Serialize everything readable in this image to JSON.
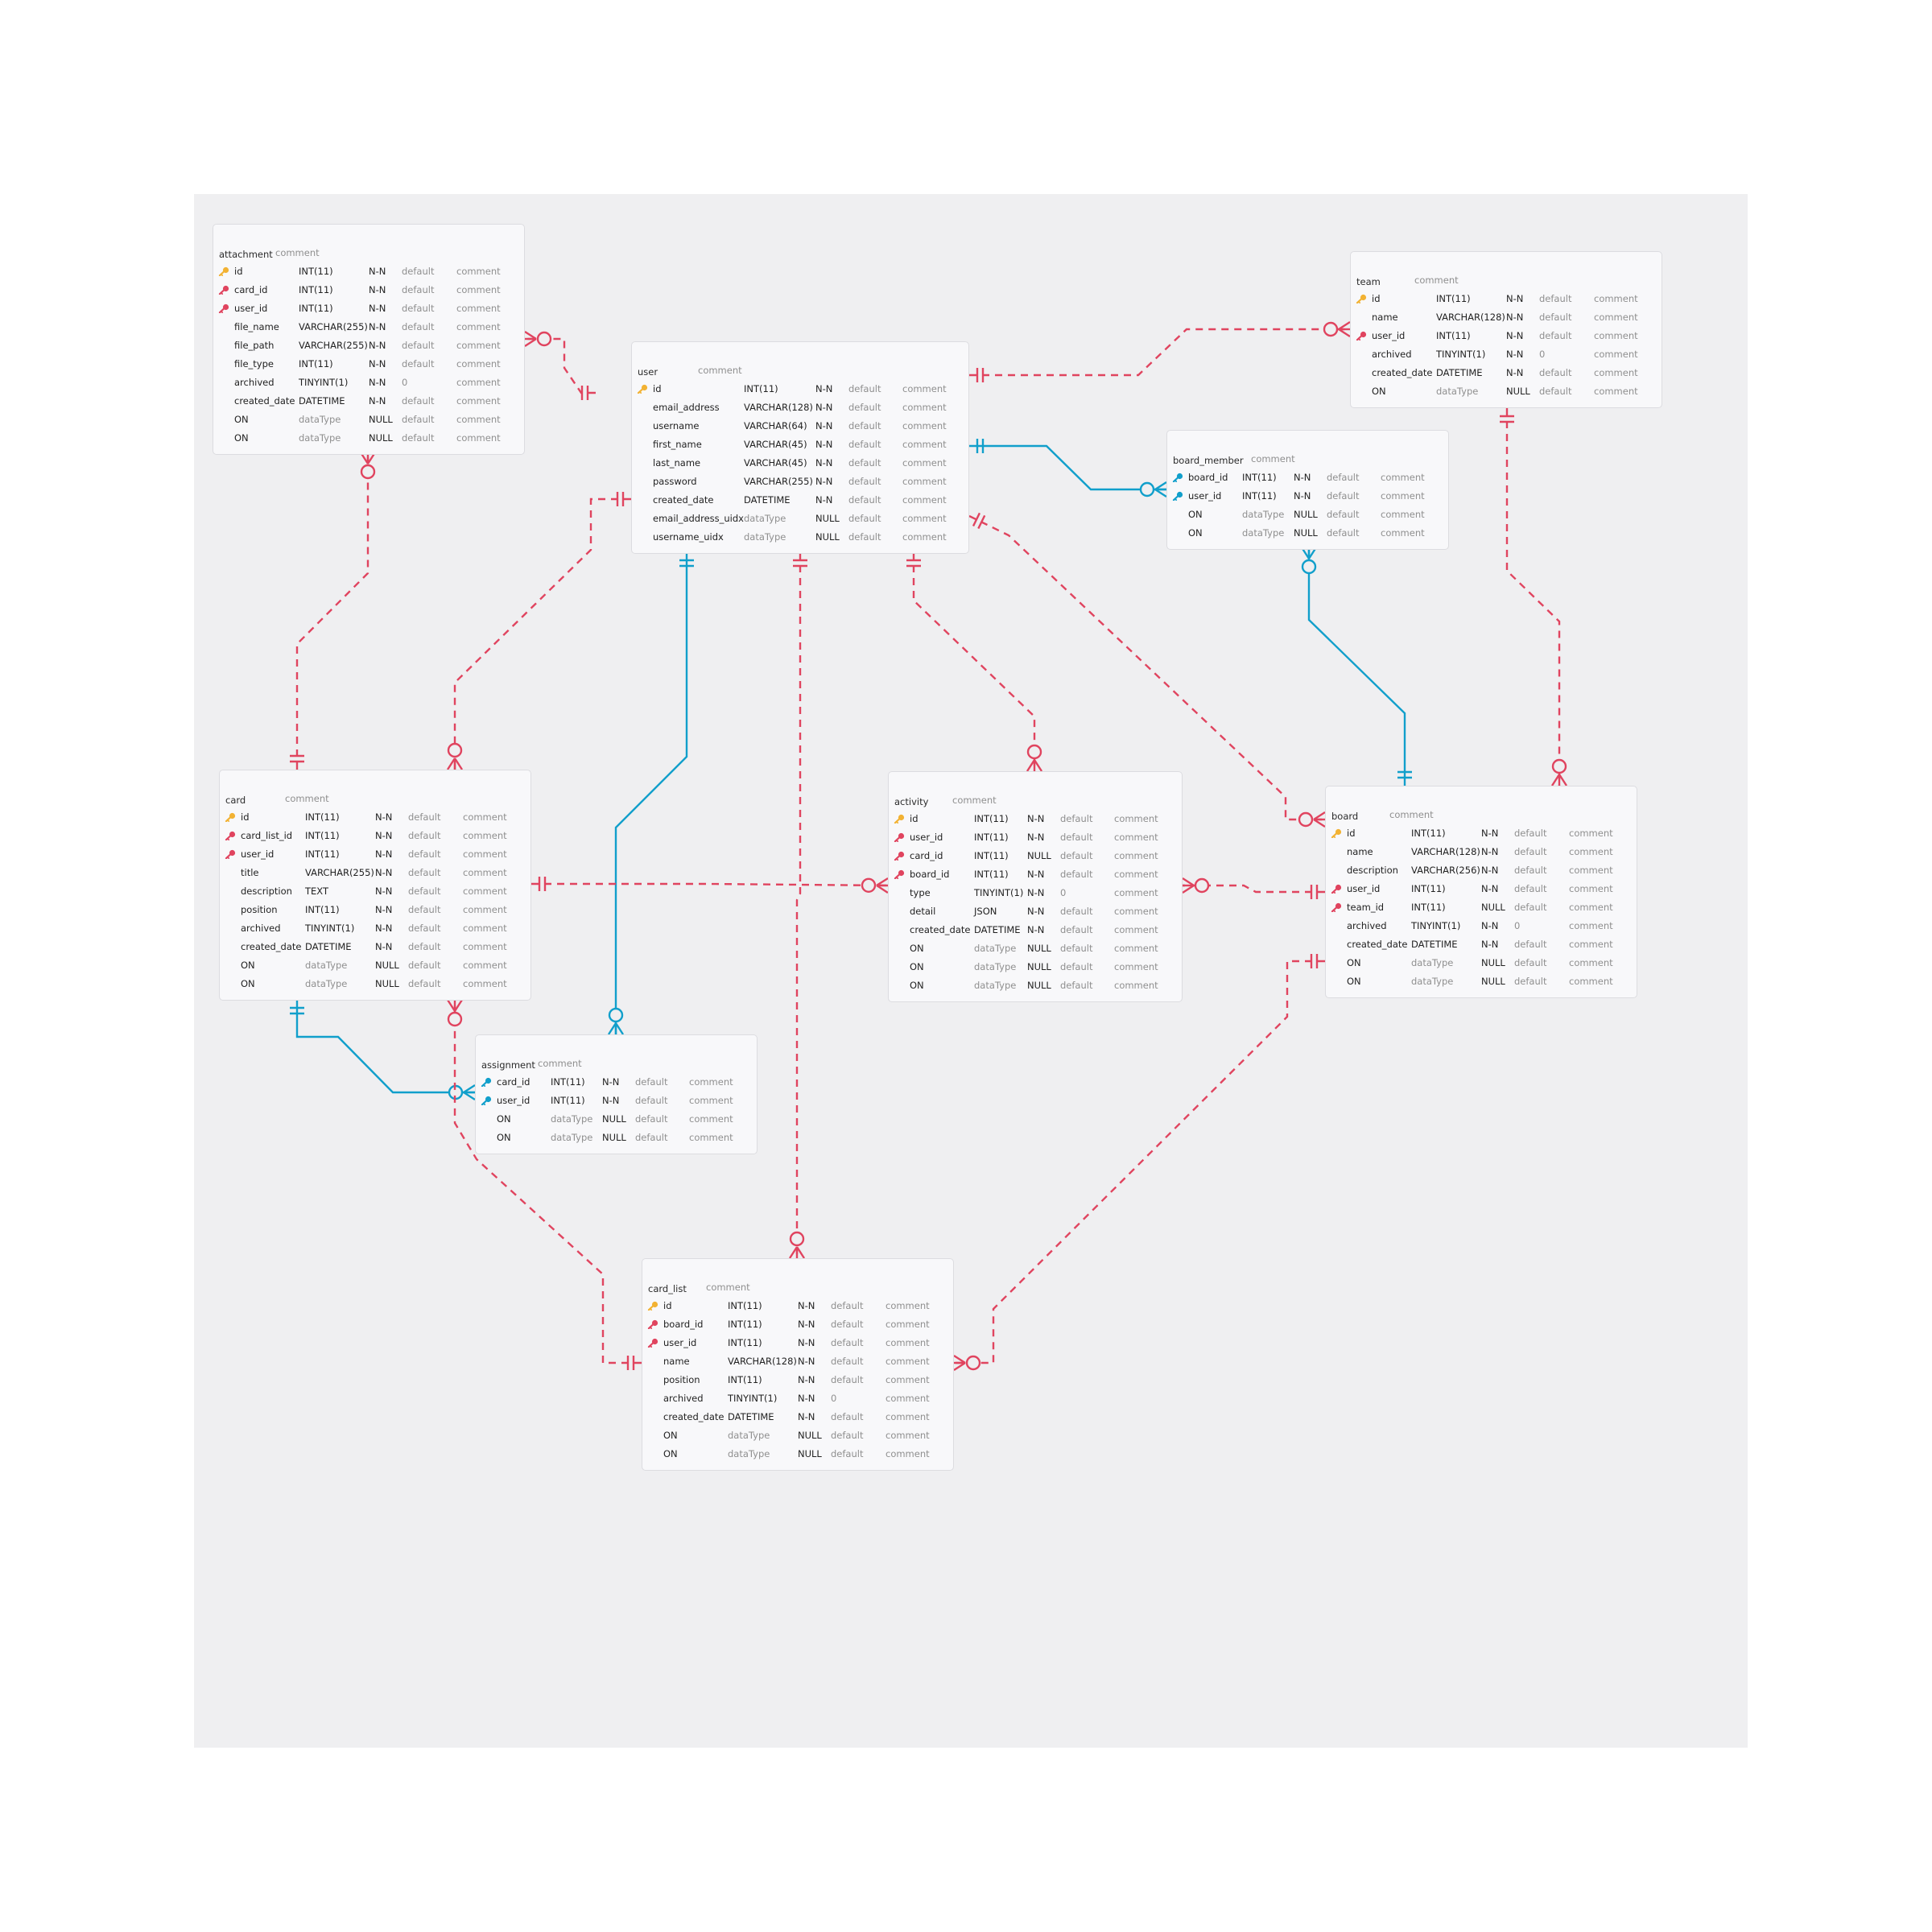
{
  "colors": {
    "background": "#efeff1",
    "card": "#f8f8fa",
    "relation_dashed": "#e0445f",
    "relation_solid": "#119fcb",
    "primary_key": "#f2b233",
    "foreign_key_pink": "#e0445f",
    "foreign_key_blue": "#119fcb"
  },
  "tables": [
    {
      "name": "attachment",
      "comment": "comment",
      "columns": [
        {
          "key": "pk",
          "name": "id",
          "type": "INT(11)",
          "nullable": "N-N",
          "default": "default",
          "comment": "comment"
        },
        {
          "key": "fk",
          "name": "card_id",
          "type": "INT(11)",
          "nullable": "N-N",
          "default": "default",
          "comment": "comment"
        },
        {
          "key": "fk",
          "name": "user_id",
          "type": "INT(11)",
          "nullable": "N-N",
          "default": "default",
          "comment": "comment"
        },
        {
          "key": "",
          "name": "file_name",
          "type": "VARCHAR(255)",
          "nullable": "N-N",
          "default": "default",
          "comment": "comment"
        },
        {
          "key": "",
          "name": "file_path",
          "type": "VARCHAR(255)",
          "nullable": "N-N",
          "default": "default",
          "comment": "comment"
        },
        {
          "key": "",
          "name": "file_type",
          "type": "INT(11)",
          "nullable": "N-N",
          "default": "default",
          "comment": "comment"
        },
        {
          "key": "",
          "name": "archived",
          "type": "TINYINT(1)",
          "nullable": "N-N",
          "default": "0",
          "comment": "comment"
        },
        {
          "key": "",
          "name": "created_date",
          "type": "DATETIME",
          "nullable": "N-N",
          "default": "default",
          "comment": "comment"
        },
        {
          "key": "",
          "name": "ON",
          "type": "dataType",
          "nullable": "NULL",
          "default": "default",
          "comment": "comment"
        },
        {
          "key": "",
          "name": "ON",
          "type": "dataType",
          "nullable": "NULL",
          "default": "default",
          "comment": "comment"
        }
      ]
    },
    {
      "name": "user",
      "comment": "comment",
      "columns": [
        {
          "key": "pk",
          "name": "id",
          "type": "INT(11)",
          "nullable": "N-N",
          "default": "default",
          "comment": "comment"
        },
        {
          "key": "",
          "name": "email_address",
          "type": "VARCHAR(128)",
          "nullable": "N-N",
          "default": "default",
          "comment": "comment"
        },
        {
          "key": "",
          "name": "username",
          "type": "VARCHAR(64)",
          "nullable": "N-N",
          "default": "default",
          "comment": "comment"
        },
        {
          "key": "",
          "name": "first_name",
          "type": "VARCHAR(45)",
          "nullable": "N-N",
          "default": "default",
          "comment": "comment"
        },
        {
          "key": "",
          "name": "last_name",
          "type": "VARCHAR(45)",
          "nullable": "N-N",
          "default": "default",
          "comment": "comment"
        },
        {
          "key": "",
          "name": "password",
          "type": "VARCHAR(255)",
          "nullable": "N-N",
          "default": "default",
          "comment": "comment"
        },
        {
          "key": "",
          "name": "created_date",
          "type": "DATETIME",
          "nullable": "N-N",
          "default": "default",
          "comment": "comment"
        },
        {
          "key": "",
          "name": "email_address_uidx",
          "type": "dataType",
          "nullable": "NULL",
          "default": "default",
          "comment": "comment"
        },
        {
          "key": "",
          "name": "username_uidx",
          "type": "dataType",
          "nullable": "NULL",
          "default": "default",
          "comment": "comment"
        }
      ]
    },
    {
      "name": "team",
      "comment": "comment",
      "columns": [
        {
          "key": "pk",
          "name": "id",
          "type": "INT(11)",
          "nullable": "N-N",
          "default": "default",
          "comment": "comment"
        },
        {
          "key": "",
          "name": "name",
          "type": "VARCHAR(128)",
          "nullable": "N-N",
          "default": "default",
          "comment": "comment"
        },
        {
          "key": "fk",
          "name": "user_id",
          "type": "INT(11)",
          "nullable": "N-N",
          "default": "default",
          "comment": "comment"
        },
        {
          "key": "",
          "name": "archived",
          "type": "TINYINT(1)",
          "nullable": "N-N",
          "default": "0",
          "comment": "comment"
        },
        {
          "key": "",
          "name": "created_date",
          "type": "DATETIME",
          "nullable": "N-N",
          "default": "default",
          "comment": "comment"
        },
        {
          "key": "",
          "name": "ON",
          "type": "dataType",
          "nullable": "NULL",
          "default": "default",
          "comment": "comment"
        }
      ]
    },
    {
      "name": "board_member",
      "comment": "comment",
      "columns": [
        {
          "key": "fkb",
          "name": "board_id",
          "type": "INT(11)",
          "nullable": "N-N",
          "default": "default",
          "comment": "comment"
        },
        {
          "key": "fkb",
          "name": "user_id",
          "type": "INT(11)",
          "nullable": "N-N",
          "default": "default",
          "comment": "comment"
        },
        {
          "key": "",
          "name": "ON",
          "type": "dataType",
          "nullable": "NULL",
          "default": "default",
          "comment": "comment"
        },
        {
          "key": "",
          "name": "ON",
          "type": "dataType",
          "nullable": "NULL",
          "default": "default",
          "comment": "comment"
        }
      ]
    },
    {
      "name": "card",
      "comment": "comment",
      "columns": [
        {
          "key": "pk",
          "name": "id",
          "type": "INT(11)",
          "nullable": "N-N",
          "default": "default",
          "comment": "comment"
        },
        {
          "key": "fk",
          "name": "card_list_id",
          "type": "INT(11)",
          "nullable": "N-N",
          "default": "default",
          "comment": "comment"
        },
        {
          "key": "fk",
          "name": "user_id",
          "type": "INT(11)",
          "nullable": "N-N",
          "default": "default",
          "comment": "comment"
        },
        {
          "key": "",
          "name": "title",
          "type": "VARCHAR(255)",
          "nullable": "N-N",
          "default": "default",
          "comment": "comment"
        },
        {
          "key": "",
          "name": "description",
          "type": "TEXT",
          "nullable": "N-N",
          "default": "default",
          "comment": "comment"
        },
        {
          "key": "",
          "name": "position",
          "type": "INT(11)",
          "nullable": "N-N",
          "default": "default",
          "comment": "comment"
        },
        {
          "key": "",
          "name": "archived",
          "type": "TINYINT(1)",
          "nullable": "N-N",
          "default": "default",
          "comment": "comment"
        },
        {
          "key": "",
          "name": "created_date",
          "type": "DATETIME",
          "nullable": "N-N",
          "default": "default",
          "comment": "comment"
        },
        {
          "key": "",
          "name": "ON",
          "type": "dataType",
          "nullable": "NULL",
          "default": "default",
          "comment": "comment"
        },
        {
          "key": "",
          "name": "ON",
          "type": "dataType",
          "nullable": "NULL",
          "default": "default",
          "comment": "comment"
        }
      ]
    },
    {
      "name": "activity",
      "comment": "comment",
      "columns": [
        {
          "key": "pk",
          "name": "id",
          "type": "INT(11)",
          "nullable": "N-N",
          "default": "default",
          "comment": "comment"
        },
        {
          "key": "fk",
          "name": "user_id",
          "type": "INT(11)",
          "nullable": "N-N",
          "default": "default",
          "comment": "comment"
        },
        {
          "key": "fk",
          "name": "card_id",
          "type": "INT(11)",
          "nullable": "NULL",
          "default": "default",
          "comment": "comment"
        },
        {
          "key": "fk",
          "name": "board_id",
          "type": "INT(11)",
          "nullable": "N-N",
          "default": "default",
          "comment": "comment"
        },
        {
          "key": "",
          "name": "type",
          "type": "TINYINT(1)",
          "nullable": "N-N",
          "default": "0",
          "comment": "comment"
        },
        {
          "key": "",
          "name": "detail",
          "type": "JSON",
          "nullable": "N-N",
          "default": "default",
          "comment": "comment"
        },
        {
          "key": "",
          "name": "created_date",
          "type": "DATETIME",
          "nullable": "N-N",
          "default": "default",
          "comment": "comment"
        },
        {
          "key": "",
          "name": "ON",
          "type": "dataType",
          "nullable": "NULL",
          "default": "default",
          "comment": "comment"
        },
        {
          "key": "",
          "name": "ON",
          "type": "dataType",
          "nullable": "NULL",
          "default": "default",
          "comment": "comment"
        },
        {
          "key": "",
          "name": "ON",
          "type": "dataType",
          "nullable": "NULL",
          "default": "default",
          "comment": "comment"
        }
      ]
    },
    {
      "name": "board",
      "comment": "comment",
      "columns": [
        {
          "key": "pk",
          "name": "id",
          "type": "INT(11)",
          "nullable": "N-N",
          "default": "default",
          "comment": "comment"
        },
        {
          "key": "",
          "name": "name",
          "type": "VARCHAR(128)",
          "nullable": "N-N",
          "default": "default",
          "comment": "comment"
        },
        {
          "key": "",
          "name": "description",
          "type": "VARCHAR(256)",
          "nullable": "N-N",
          "default": "default",
          "comment": "comment"
        },
        {
          "key": "fk",
          "name": "user_id",
          "type": "INT(11)",
          "nullable": "N-N",
          "default": "default",
          "comment": "comment"
        },
        {
          "key": "fk",
          "name": "team_id",
          "type": "INT(11)",
          "nullable": "NULL",
          "default": "default",
          "comment": "comment"
        },
        {
          "key": "",
          "name": "archived",
          "type": "TINYINT(1)",
          "nullable": "N-N",
          "default": "0",
          "comment": "comment"
        },
        {
          "key": "",
          "name": "created_date",
          "type": "DATETIME",
          "nullable": "N-N",
          "default": "default",
          "comment": "comment"
        },
        {
          "key": "",
          "name": "ON",
          "type": "dataType",
          "nullable": "NULL",
          "default": "default",
          "comment": "comment"
        },
        {
          "key": "",
          "name": "ON",
          "type": "dataType",
          "nullable": "NULL",
          "default": "default",
          "comment": "comment"
        }
      ]
    },
    {
      "name": "assignment",
      "comment": "comment",
      "columns": [
        {
          "key": "fkb",
          "name": "card_id",
          "type": "INT(11)",
          "nullable": "N-N",
          "default": "default",
          "comment": "comment"
        },
        {
          "key": "fkb",
          "name": "user_id",
          "type": "INT(11)",
          "nullable": "N-N",
          "default": "default",
          "comment": "comment"
        },
        {
          "key": "",
          "name": "ON",
          "type": "dataType",
          "nullable": "NULL",
          "default": "default",
          "comment": "comment"
        },
        {
          "key": "",
          "name": "ON",
          "type": "dataType",
          "nullable": "NULL",
          "default": "default",
          "comment": "comment"
        }
      ]
    },
    {
      "name": "card_list",
      "comment": "comment",
      "columns": [
        {
          "key": "pk",
          "name": "id",
          "type": "INT(11)",
          "nullable": "N-N",
          "default": "default",
          "comment": "comment"
        },
        {
          "key": "fk",
          "name": "board_id",
          "type": "INT(11)",
          "nullable": "N-N",
          "default": "default",
          "comment": "comment"
        },
        {
          "key": "fk",
          "name": "user_id",
          "type": "INT(11)",
          "nullable": "N-N",
          "default": "default",
          "comment": "comment"
        },
        {
          "key": "",
          "name": "name",
          "type": "VARCHAR(128)",
          "nullable": "N-N",
          "default": "default",
          "comment": "comment"
        },
        {
          "key": "",
          "name": "position",
          "type": "INT(11)",
          "nullable": "N-N",
          "default": "default",
          "comment": "comment"
        },
        {
          "key": "",
          "name": "archived",
          "type": "TINYINT(1)",
          "nullable": "N-N",
          "default": "0",
          "comment": "comment"
        },
        {
          "key": "",
          "name": "created_date",
          "type": "DATETIME",
          "nullable": "N-N",
          "default": "default",
          "comment": "comment"
        },
        {
          "key": "",
          "name": "ON",
          "type": "dataType",
          "nullable": "NULL",
          "default": "default",
          "comment": "comment"
        },
        {
          "key": "",
          "name": "ON",
          "type": "dataType",
          "nullable": "NULL",
          "default": "default",
          "comment": "comment"
        }
      ]
    }
  ],
  "relationships": [
    {
      "from": "user",
      "to": "attachment",
      "style": "dashed"
    },
    {
      "from": "user",
      "to": "team",
      "style": "dashed"
    },
    {
      "from": "user",
      "to": "board_member",
      "style": "solid"
    },
    {
      "from": "user",
      "to": "card",
      "style": "dashed"
    },
    {
      "from": "user",
      "to": "assignment",
      "style": "solid"
    },
    {
      "from": "user",
      "to": "card_list",
      "style": "dashed"
    },
    {
      "from": "user",
      "to": "activity",
      "style": "dashed"
    },
    {
      "from": "user",
      "to": "board",
      "style": "dashed"
    },
    {
      "from": "card",
      "to": "attachment",
      "style": "dashed"
    },
    {
      "from": "card",
      "to": "activity",
      "style": "dashed"
    },
    {
      "from": "card",
      "to": "assignment",
      "style": "solid"
    },
    {
      "from": "card_list",
      "to": "card",
      "style": "dashed"
    },
    {
      "from": "board",
      "to": "activity",
      "style": "dashed"
    },
    {
      "from": "board",
      "to": "board_member",
      "style": "solid"
    },
    {
      "from": "board",
      "to": "card_list",
      "style": "dashed"
    },
    {
      "from": "team",
      "to": "board",
      "style": "dashed"
    }
  ]
}
